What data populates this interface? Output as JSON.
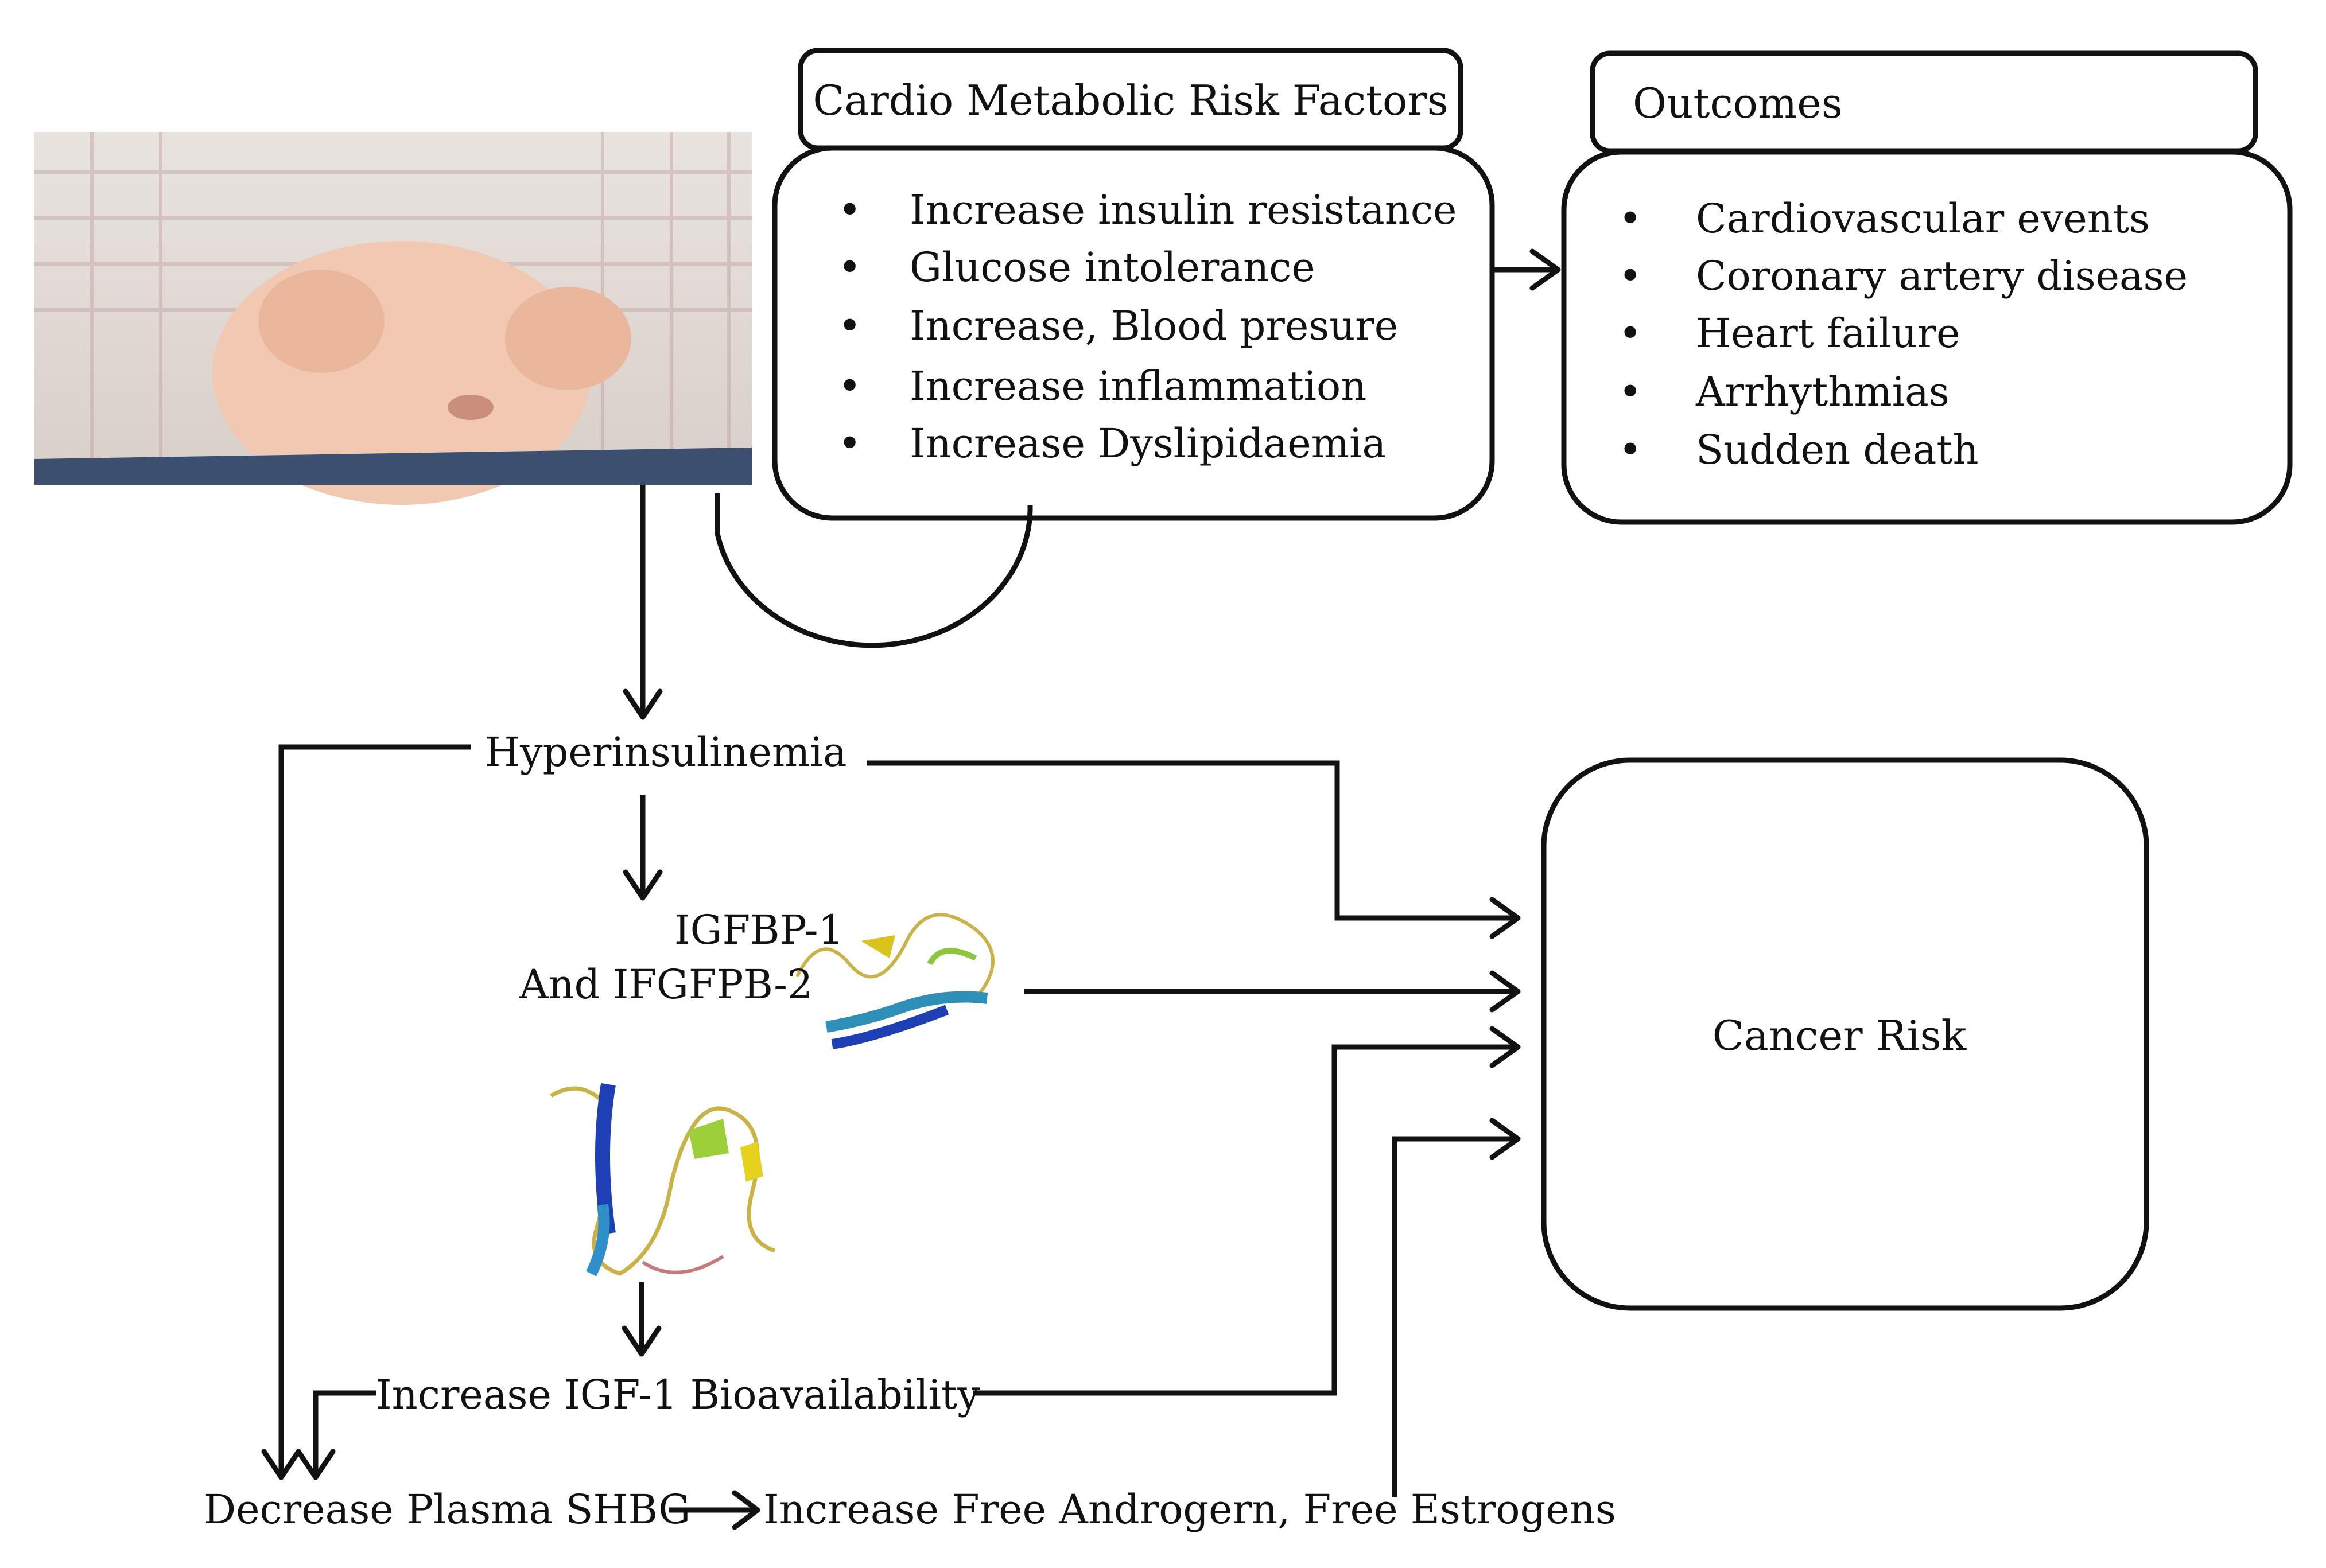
{
  "risk_factors": {
    "title": "Cardio Metabolic Risk Factors",
    "items": [
      "Increase insulin resistance",
      "Glucose intolerance",
      "Increase, Blood presure",
      "Increase inflammation",
      "Increase Dyslipidaemia"
    ]
  },
  "outcomes": {
    "title": "Outcomes",
    "items": [
      "Cardiovascular events",
      "Coronary artery disease",
      "Heart failure",
      "Arrhythmias",
      "Sudden death"
    ]
  },
  "nodes": {
    "hyperinsulinemia": "Hyperinsulinemia",
    "igfbp_line1": "IGFBP-1",
    "igfbp_line2": "And IFGFPB-2",
    "igf1": "Increase IGF-1 Bioavailability",
    "shbg": "Decrease Plasma SHBG",
    "free_hormones": "Increase Free Androgern, Free Estrogens",
    "cancer_risk": "Cancer Risk"
  },
  "bullet": "•"
}
